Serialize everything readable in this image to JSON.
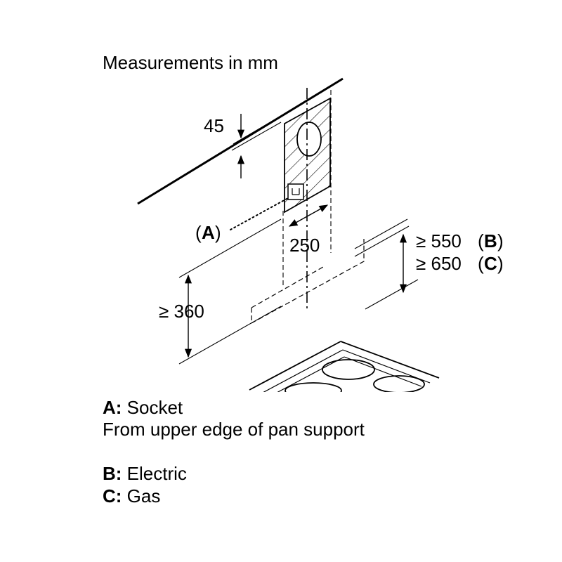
{
  "title": "Measurements in mm",
  "dimensions": {
    "top_offset": "45",
    "width": "250",
    "min_height_socket": "≥ 360",
    "min_height_electric": "≥ 550",
    "min_height_gas": "≥ 650",
    "socket_marker": "A",
    "electric_marker": "B",
    "gas_marker": "C"
  },
  "legend": {
    "a_key": "A:",
    "a_text": "Socket",
    "a_note": "From upper edge of pan support",
    "b_key": "B:",
    "b_text": "Electric",
    "c_key": "C:",
    "c_text": "Gas"
  }
}
